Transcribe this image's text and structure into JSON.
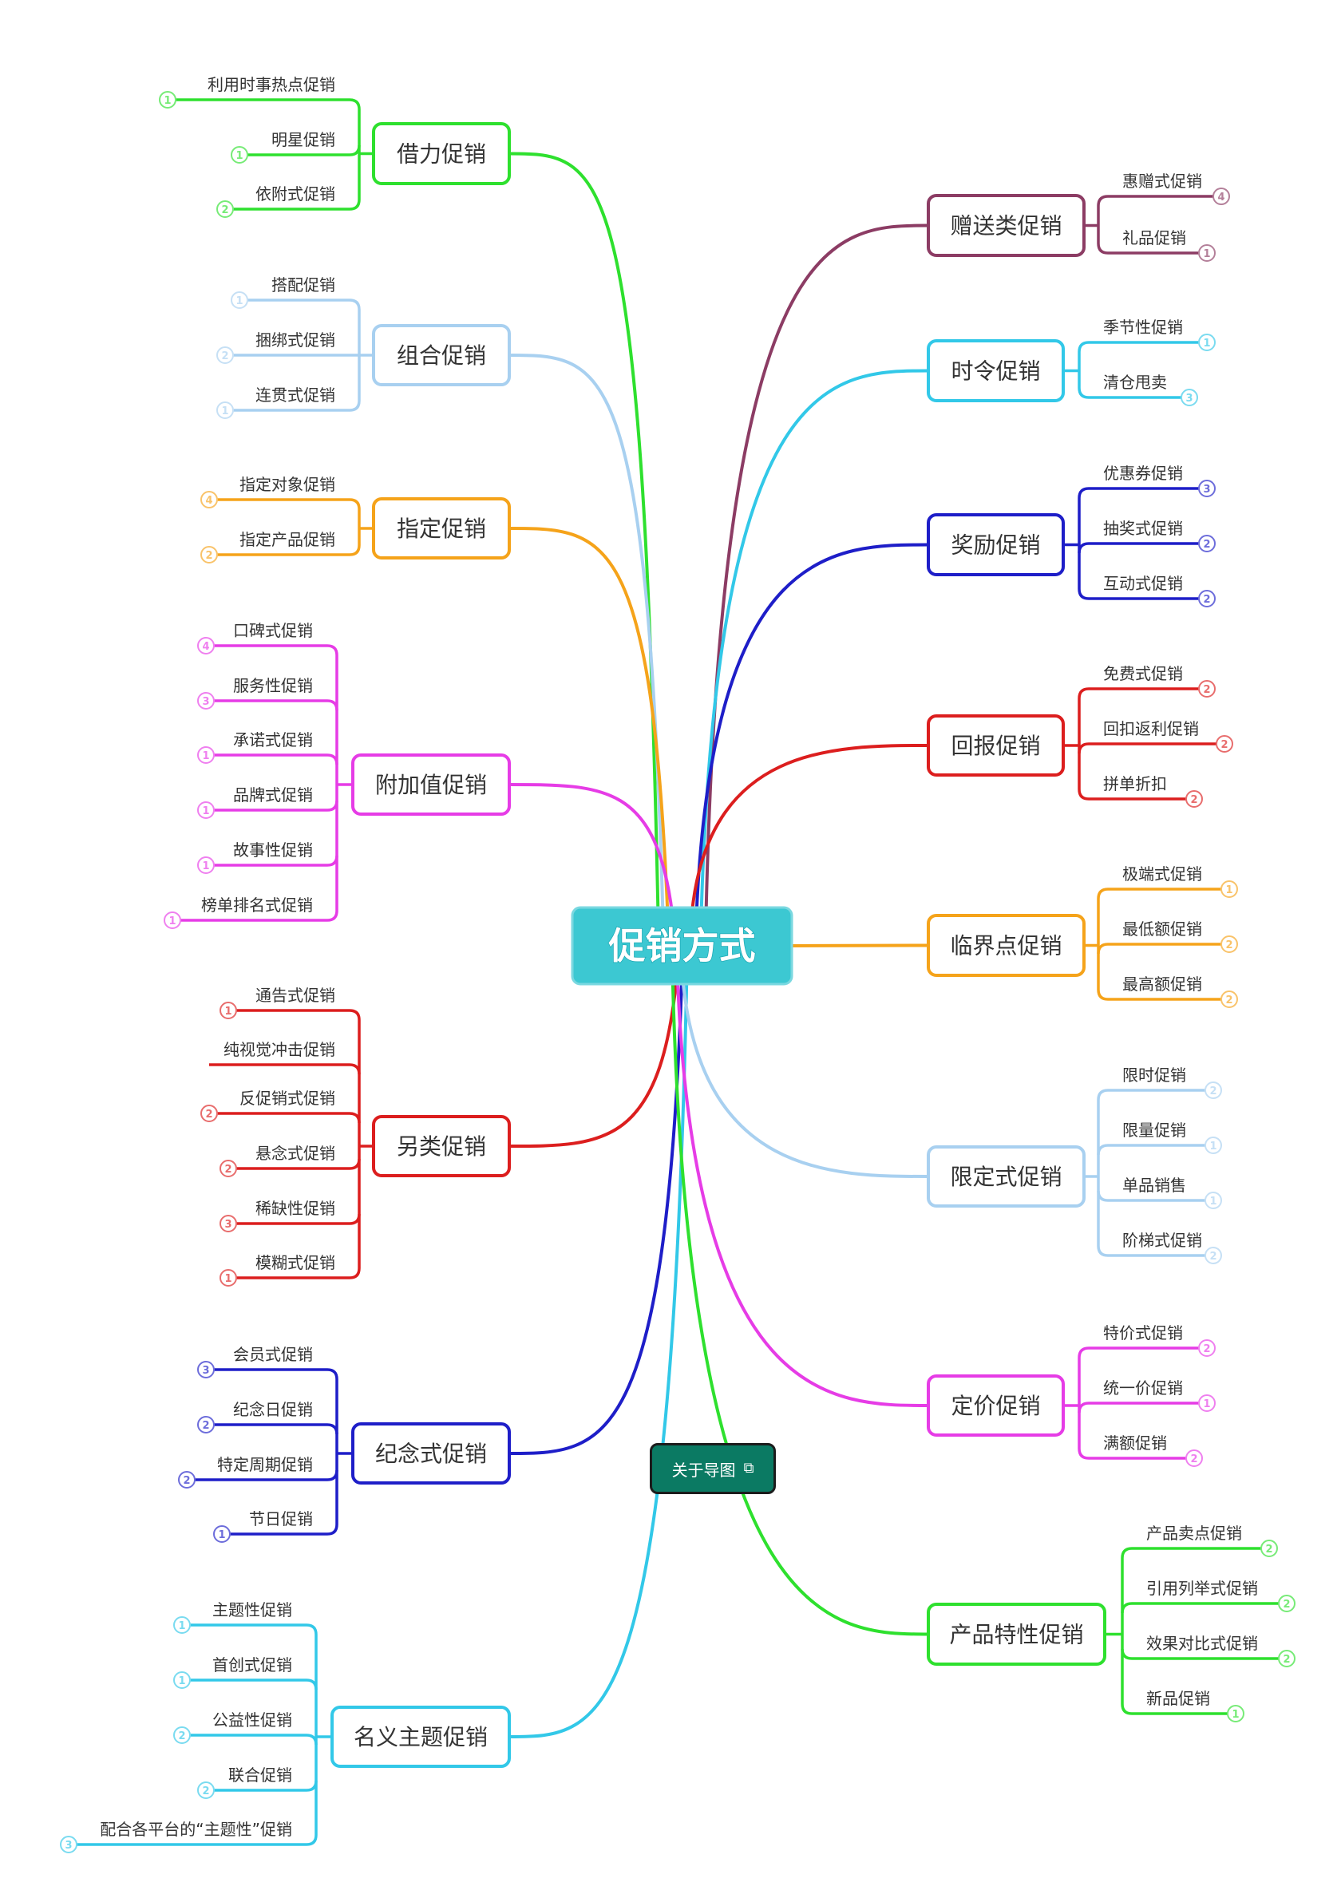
{
  "root": {
    "label": "促销方式",
    "color": "#3cc8d2"
  },
  "branches": [
    {
      "id": "jieli",
      "label": "借力促销",
      "side": "left",
      "color": "#2ee02e",
      "children": [
        {
          "label": "利用时事热点促销",
          "count": "1"
        },
        {
          "label": "明星促销",
          "count": "1"
        },
        {
          "label": "依附式促销",
          "count": "2"
        }
      ]
    },
    {
      "id": "zuhe",
      "label": "组合促销",
      "side": "left",
      "color": "#a8d0f0",
      "children": [
        {
          "label": "搭配促销",
          "count": "1"
        },
        {
          "label": "捆绑式促销",
          "count": "2"
        },
        {
          "label": "连贯式促销",
          "count": "1"
        }
      ]
    },
    {
      "id": "zhiding",
      "label": "指定促销",
      "side": "left",
      "color": "#f5a31a",
      "children": [
        {
          "label": "指定对象促销",
          "count": "4"
        },
        {
          "label": "指定产品促销",
          "count": "2"
        }
      ]
    },
    {
      "id": "fujiazhi",
      "label": "附加值促销",
      "side": "left",
      "color": "#e63ce6",
      "children": [
        {
          "label": "口碑式促销",
          "count": "4"
        },
        {
          "label": "服务性促销",
          "count": "3"
        },
        {
          "label": "承诺式促销",
          "count": "1"
        },
        {
          "label": "品牌式促销",
          "count": "1"
        },
        {
          "label": "故事性促销",
          "count": "1"
        },
        {
          "label": "榜单排名式促销",
          "count": "1"
        }
      ]
    },
    {
      "id": "linglei",
      "label": "另类促销",
      "side": "left",
      "color": "#dc1e1e",
      "children": [
        {
          "label": "通告式促销",
          "count": "1"
        },
        {
          "label": "纯视觉冲击促销",
          "count": ""
        },
        {
          "label": "反促销式促销",
          "count": "2"
        },
        {
          "label": "悬念式促销",
          "count": "2"
        },
        {
          "label": "稀缺性促销",
          "count": "3"
        },
        {
          "label": "模糊式促销",
          "count": "1"
        }
      ]
    },
    {
      "id": "jinian",
      "label": "纪念式促销",
      "side": "left",
      "color": "#1e1ec8",
      "children": [
        {
          "label": "会员式促销",
          "count": "3"
        },
        {
          "label": "纪念日促销",
          "count": "2"
        },
        {
          "label": "特定周期促销",
          "count": "2"
        },
        {
          "label": "节日促销",
          "count": "1"
        }
      ]
    },
    {
      "id": "mingyi",
      "label": "名义主题促销",
      "side": "left",
      "color": "#32c8e8",
      "children": [
        {
          "label": "主题性促销",
          "count": "1"
        },
        {
          "label": "首创式促销",
          "count": "1"
        },
        {
          "label": "公益性促销",
          "count": "2"
        },
        {
          "label": "联合促销",
          "count": "2"
        },
        {
          "label": "配合各平台的“主题性”促销",
          "count": "3"
        }
      ]
    },
    {
      "id": "zengsong",
      "label": "赠送类促销",
      "side": "right",
      "color": "#8c3c64",
      "children": [
        {
          "label": "惠赠式促销",
          "count": "4"
        },
        {
          "label": "礼品促销",
          "count": "1"
        }
      ]
    },
    {
      "id": "shiling",
      "label": "时令促销",
      "side": "right",
      "color": "#32c8e8",
      "children": [
        {
          "label": "季节性促销",
          "count": "1"
        },
        {
          "label": "清仓甩卖",
          "count": "3"
        }
      ]
    },
    {
      "id": "jiangli",
      "label": "奖励促销",
      "side": "right",
      "color": "#1e1ec8",
      "children": [
        {
          "label": "优惠券促销",
          "count": "3"
        },
        {
          "label": "抽奖式促销",
          "count": "2"
        },
        {
          "label": "互动式促销",
          "count": "2"
        }
      ]
    },
    {
      "id": "huibao",
      "label": "回报促销",
      "side": "right",
      "color": "#dc1e1e",
      "children": [
        {
          "label": "免费式促销",
          "count": "2"
        },
        {
          "label": "回扣返利促销",
          "count": "2"
        },
        {
          "label": "拼单折扣",
          "count": "2"
        }
      ]
    },
    {
      "id": "linjie",
      "label": "临界点促销",
      "side": "right",
      "color": "#f5a31a",
      "children": [
        {
          "label": "极端式促销",
          "count": "1"
        },
        {
          "label": "最低额促销",
          "count": "2"
        },
        {
          "label": "最高额促销",
          "count": "2"
        }
      ]
    },
    {
      "id": "xianding",
      "label": "限定式促销",
      "side": "right",
      "color": "#a8d0f0",
      "children": [
        {
          "label": "限时促销",
          "count": "2"
        },
        {
          "label": "限量促销",
          "count": "1"
        },
        {
          "label": "单品销售",
          "count": "1"
        },
        {
          "label": "阶梯式促销",
          "count": "2"
        }
      ]
    },
    {
      "id": "dingjia",
      "label": "定价促销",
      "side": "right",
      "color": "#e63ce6",
      "children": [
        {
          "label": "特价式促销",
          "count": "2"
        },
        {
          "label": "统一价促销",
          "count": "1"
        },
        {
          "label": "满额促销",
          "count": "2"
        }
      ]
    },
    {
      "id": "chanpin",
      "label": "产品特性促销",
      "side": "right",
      "color": "#2ee02e",
      "children": [
        {
          "label": "产品卖点促销",
          "count": "2"
        },
        {
          "label": "引用列举式促销",
          "count": "2"
        },
        {
          "label": "效果对比式促销",
          "count": "2"
        },
        {
          "label": "新品促销",
          "count": "1"
        }
      ]
    }
  ],
  "about_button": {
    "label": "关于导图",
    "icon": "external-link-icon"
  }
}
